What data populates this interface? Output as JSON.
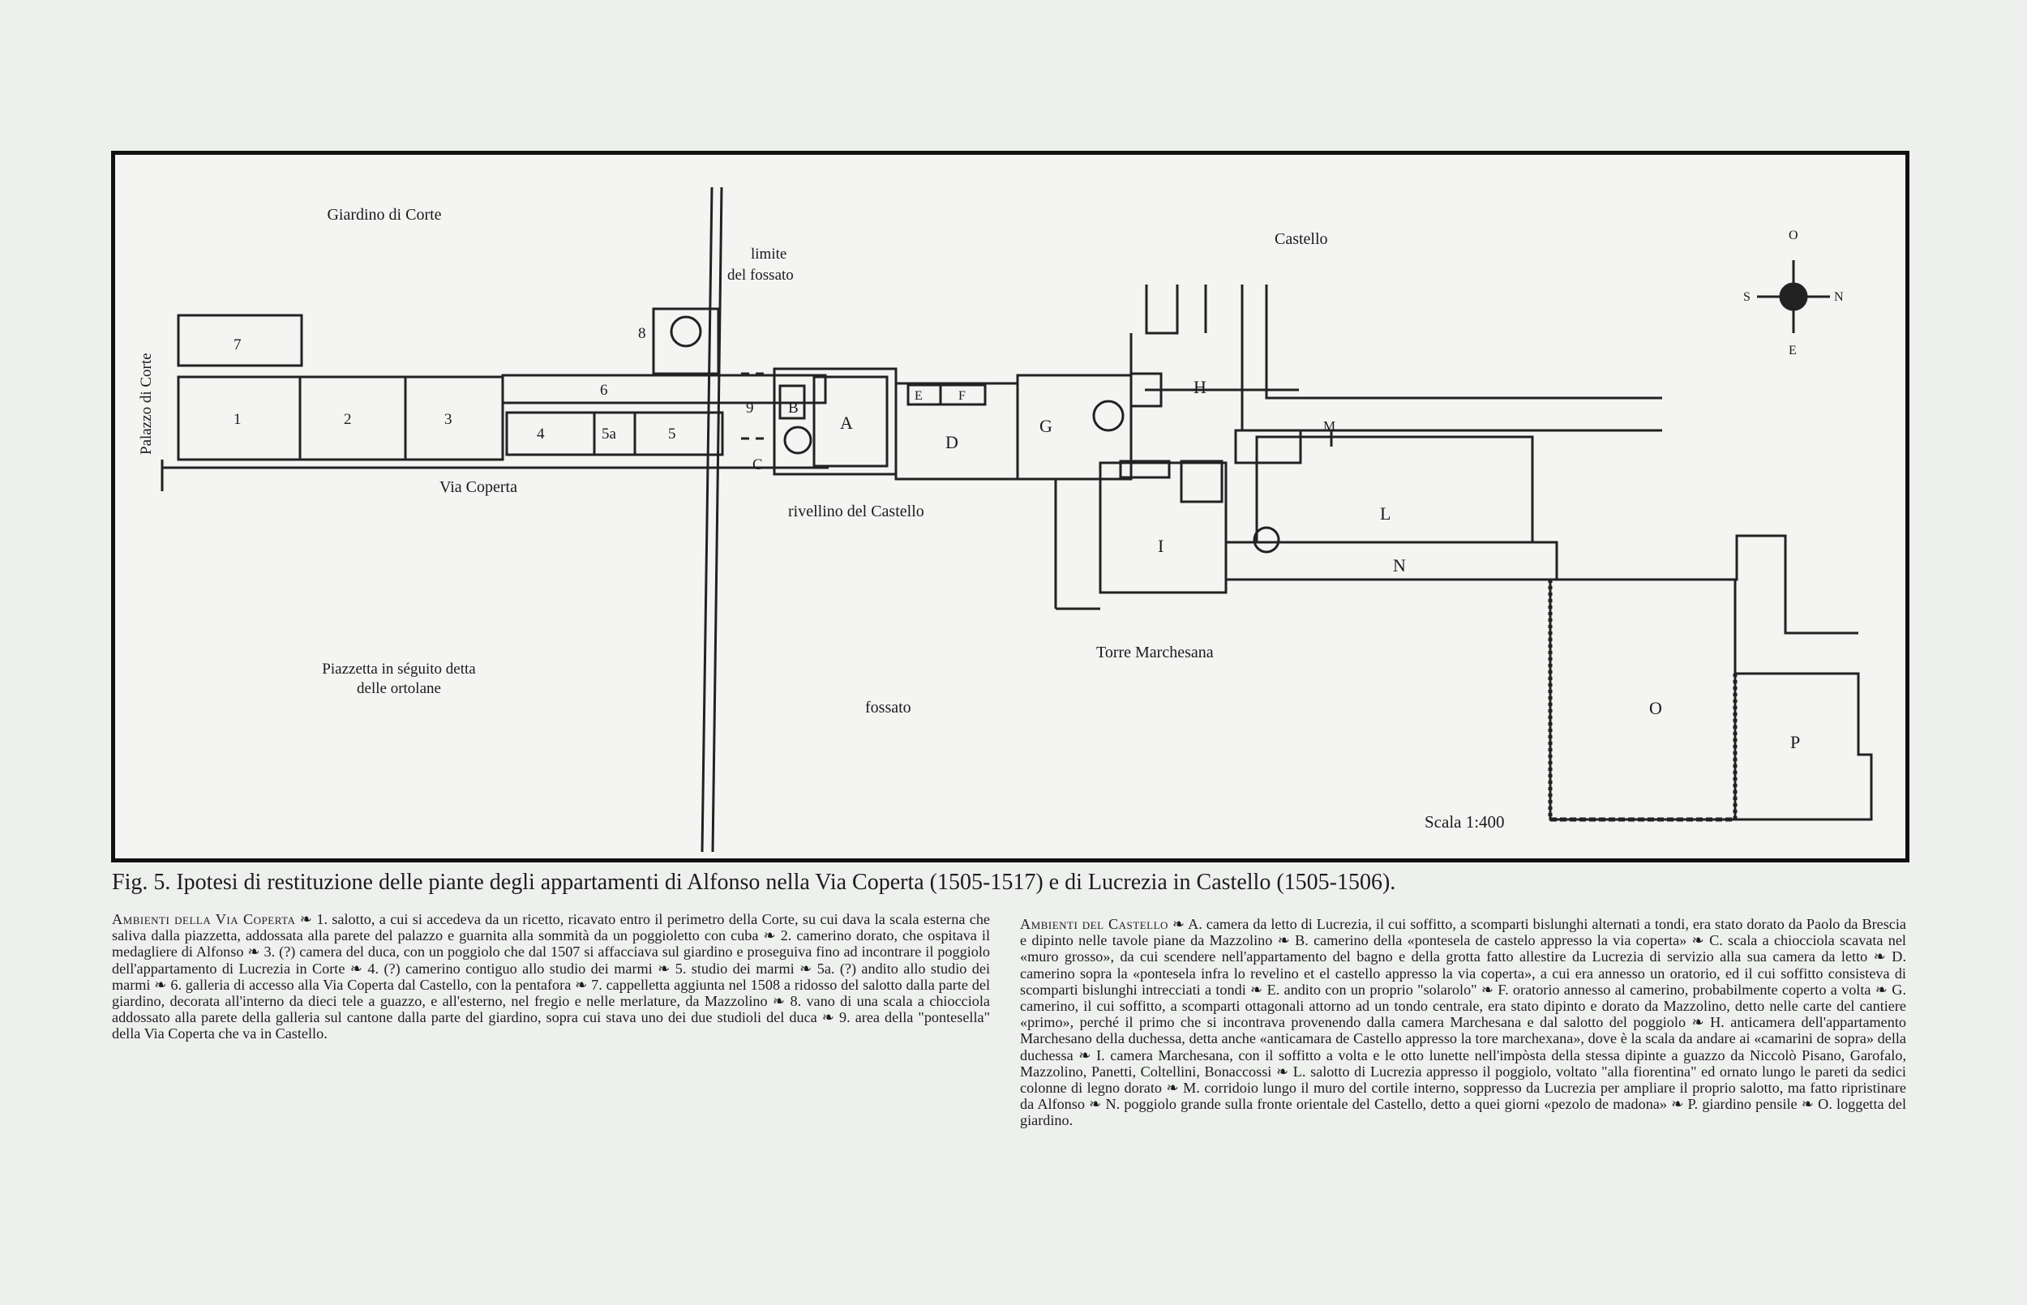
{
  "plan": {
    "labels": {
      "giardino": "Giardino di Corte",
      "limite1": "limite",
      "limite2": "del fossato",
      "castello": "Castello",
      "palazzo": "Palazzo di Corte",
      "via_coperta": "Via Coperta",
      "rivellino": "rivellino del Castello",
      "torre": "Torre Marchesana",
      "piazzetta1": "Piazzetta in séguito detta",
      "piazzetta2": "delle ortolane",
      "fossato": "fossato",
      "scala": "Scala 1:400"
    },
    "rooms": {
      "r1": "1",
      "r2": "2",
      "r3": "3",
      "r4": "4",
      "r5a": "5a",
      "r5": "5",
      "r6": "6",
      "r7": "7",
      "r8": "8",
      "r9": "9",
      "A": "A",
      "B": "B",
      "C": "C",
      "D": "D",
      "E": "E",
      "F": "F",
      "G": "G",
      "H": "H",
      "I": "I",
      "L": "L",
      "M": "M",
      "N": "N",
      "O": "O",
      "P": "P"
    },
    "compass": {
      "north": "O",
      "west": "S",
      "east": "N",
      "south": "E"
    }
  },
  "caption": "Fig. 5. Ipotesi di restituzione delle piante degli appartamenti di Alfonso nella Via Coperta (1505-1517) e di Lucrezia in Castello (1505-1506).",
  "legend_left": {
    "heading": "Ambienti della Via Coperta",
    "text": "❧ 1. salotto, a cui si accedeva da un ricetto, ricavato entro il perimetro della Corte, su cui dava la scala esterna che saliva dalla piazzetta, addossata alla parete del palazzo e guarnita alla sommità da un poggioletto con cuba ❧ 2. camerino dorato, che ospitava il medagliere di Alfonso ❧ 3. (?) camera del duca, con un poggiolo che dal 1507 si affacciava sul giardino e proseguiva fino ad incontrare il poggiolo dell'appartamento di Lucrezia in Corte ❧ 4. (?) camerino contiguo allo studio dei marmi ❧ 5. studio dei marmi ❧ 5a. (?) andito allo studio dei marmi ❧ 6. galleria di accesso alla Via Coperta dal Castello, con la pentafora ❧ 7. cappelletta aggiunta nel 1508 a ridosso del salotto dalla parte del giardino, decorata all'interno da dieci tele a guazzo, e all'esterno, nel fregio e nelle merlature, da Mazzolino ❧ 8. vano di una scala a chiocciola addossato alla parete della galleria sul cantone dalla parte del giardino, sopra cui stava uno dei due studioli del duca ❧ 9. area della \"pontesella\" della Via Coperta che va in Castello."
  },
  "legend_right": {
    "heading": "Ambienti del Castello",
    "text": "❧ A. camera da letto di Lucrezia, il cui soffitto, a scomparti bislunghi alternati a tondi, era stato dorato da Paolo da Brescia e dipinto nelle tavole piane da Mazzolino ❧ B. camerino della «pontesela de castelo appresso la via coperta» ❧ C. scala a chiocciola scavata nel «muro grosso», da cui scendere nell'appartamento del bagno e della grotta fatto allestire da Lucrezia di servizio alla sua camera da letto ❧ D. camerino sopra la «pontesela infra lo revelino et el castello appresso la via coperta», a cui era annesso un oratorio, ed il cui soffitto consisteva di scomparti bislunghi intrecciati a tondi ❧ E. andito con un proprio \"solarolo\" ❧ F. oratorio annesso al camerino, probabilmente coperto a volta ❧ G. camerino, il cui soffitto, a scomparti ottagonali attorno ad un tondo centrale, era stato dipinto e dorato da Mazzolino, detto nelle carte del cantiere «primo», perché il primo che si incontrava provenendo dalla camera Marchesana e dal salotto del poggiolo ❧ H. anticamera dell'appartamento Marchesano della duchessa, detta anche «anticamara de Castello appresso la tore marchexana», dove è la scala da andare ai «camarini de sopra» della duchessa ❧ I. camera Marchesana, con il soffitto a volta e le otto lunette nell'impòsta della stessa dipinte a guazzo da Niccolò Pisano, Garofalo, Mazzolino, Panetti, Coltellini, Bonaccossi ❧ L. salotto di Lucrezia appresso il poggiolo, voltato \"alla fiorentina\" ed ornato lungo le pareti da sedici colonne di legno dorato ❧ M. corridoio lungo il muro del cortile interno, soppresso da Lucrezia per ampliare il proprio salotto, ma fatto ripristinare da Alfonso ❧ N. poggiolo grande sulla fronte orientale del Castello, detto a quei giorni «pezolo de madona» ❧ P. giardino pensile ❧ O. loggetta del giardino."
  }
}
